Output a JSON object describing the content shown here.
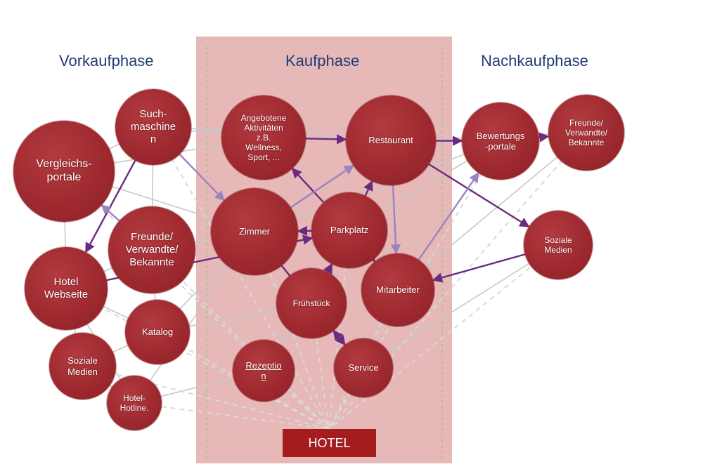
{
  "phases": {
    "pre": "Vorkaufphase",
    "buy": "Kaufphase",
    "post": "Nachkaufphase"
  },
  "nodes": {
    "suchmaschine": "Such-\nmaschine\nn",
    "vergleichsportale": "Vergleichs-\nportale",
    "freunde_pre": "Freunde/\nVerwandte/\nBekannte",
    "hotel_webseite": "Hotel\nWebseite",
    "katalog": "Katalog",
    "soziale_medien_pre": "Soziale\nMedien",
    "hotel_hotline": "Hotel-\nHotline.",
    "aktivitaeten": "Angebotene\nAktivitäten\nz.B.\nWellness,\nSport, ...",
    "restaurant": "Restaurant",
    "zimmer": "Zimmer",
    "parkplatz": "Parkplatz",
    "fruehstueck": "Frühstück",
    "mitarbeiter": "Mitarbeiter",
    "rezeption": "Rezeptio\nn",
    "service": "Service",
    "bewertungsportale": "Bewertungs\n-portale",
    "freunde_post": "Freunde/\nVerwandte/\nBekannte",
    "soziale_medien_post": "Soziale\nMedien"
  },
  "hotel_label": "HOTEL",
  "colors": {
    "band": "#e6b8b8",
    "node": "#9e2a30",
    "hotel_box": "#a51c1f",
    "arrow": "#6b2a7f",
    "arrow_light": "#9b82c2",
    "gray_line": "#c8c8c8",
    "dashed_line": "#d9d9d9",
    "phase_title": "#1f3a78"
  }
}
